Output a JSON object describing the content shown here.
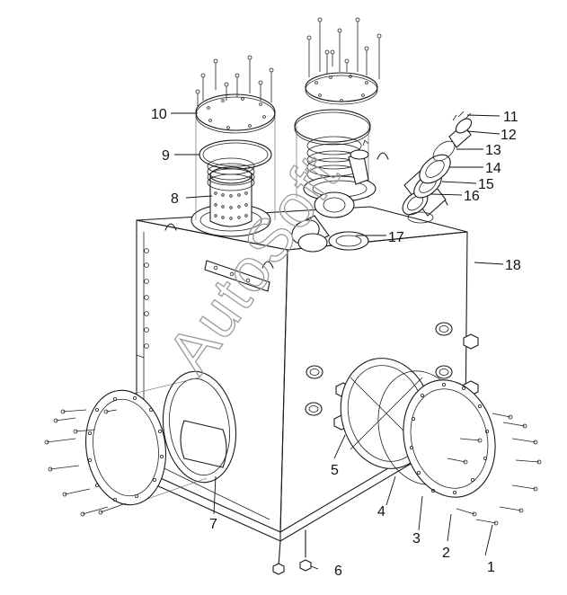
{
  "diagram": {
    "watermark": "AutoSoft",
    "callouts": [
      {
        "id": 1,
        "label": "1"
      },
      {
        "id": 2,
        "label": "2"
      },
      {
        "id": 3,
        "label": "3"
      },
      {
        "id": 4,
        "label": "4"
      },
      {
        "id": 5,
        "label": "5"
      },
      {
        "id": 6,
        "label": "6"
      },
      {
        "id": 7,
        "label": "7"
      },
      {
        "id": 8,
        "label": "8"
      },
      {
        "id": 9,
        "label": "9"
      },
      {
        "id": 10,
        "label": "10"
      },
      {
        "id": 11,
        "label": "11"
      },
      {
        "id": 12,
        "label": "12"
      },
      {
        "id": 13,
        "label": "13"
      },
      {
        "id": 14,
        "label": "14"
      },
      {
        "id": 15,
        "label": "15"
      },
      {
        "id": 16,
        "label": "16"
      },
      {
        "id": 17,
        "label": "17"
      },
      {
        "id": 18,
        "label": "18"
      }
    ]
  }
}
